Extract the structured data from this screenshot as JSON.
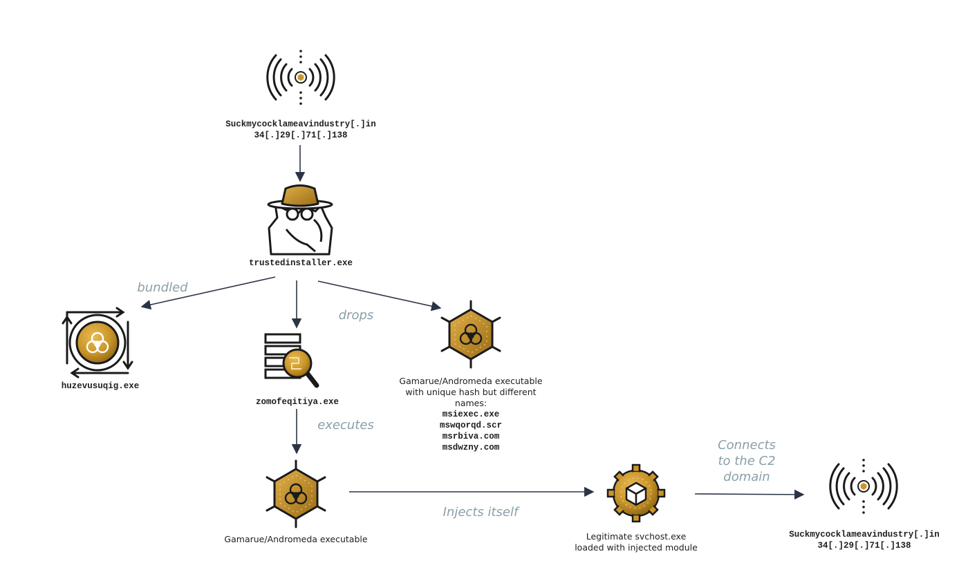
{
  "nodes": {
    "c2_top": {
      "line1": "Suckmycocklameavindustry[.]in",
      "line2": "34[.]29[.]71[.]138"
    },
    "trustedinstaller": {
      "label": "trustedinstaller.exe"
    },
    "huzevusuqig": {
      "label": "huzevusuqig.exe"
    },
    "zomofeqitiya": {
      "label": "zomofeqitiya.exe"
    },
    "gamarue_variants": {
      "desc1": "Gamarue/Andromeda executable",
      "desc2": "with unique hash but different",
      "desc3": "names:",
      "names": [
        "msiexec.exe",
        "mswqorqd.scr",
        "msrbiva.com",
        "msdwzny.com"
      ]
    },
    "gamarue_exec": {
      "label": "Gamarue/Andromeda executable"
    },
    "svchost": {
      "line1": "Legitimate svchost.exe",
      "line2": "loaded with injected module"
    },
    "c2_bottom": {
      "line1": "Suckmycocklameavindustry[.]in",
      "line2": "34[.]29[.]71[.]138"
    }
  },
  "edges": {
    "bundled": "bundled",
    "drops": "drops",
    "executes": "executes",
    "injects": "Injects itself",
    "connects1": "Connects",
    "connects2": "to the C2",
    "connects3": "domain"
  },
  "colors": {
    "gold": "#c9952a",
    "gold_dark": "#8f6412",
    "ink": "#1a1a1a",
    "edge_label": "#8a9ea8",
    "arrow": "#2b3345"
  },
  "icons": [
    "broadcast-antenna-icon",
    "spy-agent-icon",
    "biohazard-rotate-icon",
    "document-search-icon",
    "biohazard-hexagon-icon",
    "gear-cube-icon"
  ]
}
